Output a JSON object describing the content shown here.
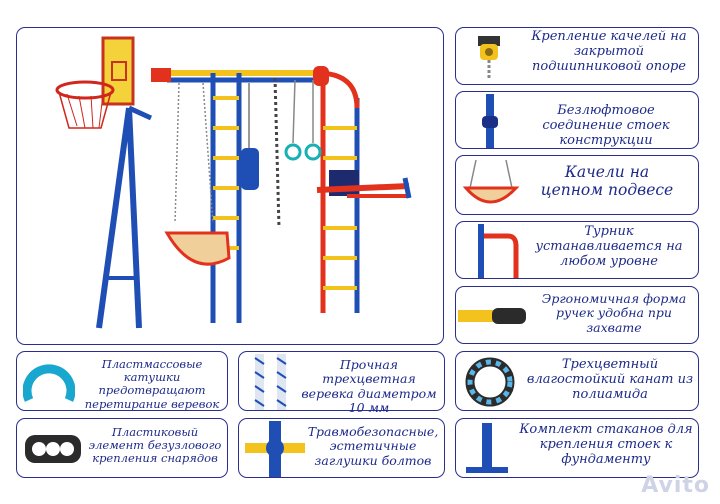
{
  "features": {
    "bearing": "Крепление качелей на закрытой подшипниковой опоре",
    "joint": "Безлюфтовое соединение стоек конструкции",
    "swing": "Качели на цепном подвесе",
    "turnik": "Турник устанавливается на любом уровне",
    "handle": "Эргономичная форма ручек удобна при захвате",
    "spools": "Пластмассовые катушки предотвращают перетирание веревок",
    "rope": "Прочная трехцветная веревка диаметром 10 мм",
    "canat": "Трехцветный влагостойкий канат из полиамида",
    "knot": "Пластиковый элемент безузлового крепления снарядов",
    "caps": "Травмобезопасные, эстетичные заглушки болтов",
    "cups": "Комплект стаканов для крепления стоек к фундаменту"
  },
  "watermark": "Avito",
  "colors": {
    "frame": "#2a2f8f",
    "text": "#1d2a8a",
    "blue": "#1f4fb5",
    "yellow": "#f3c21c",
    "red": "#e2321e"
  }
}
